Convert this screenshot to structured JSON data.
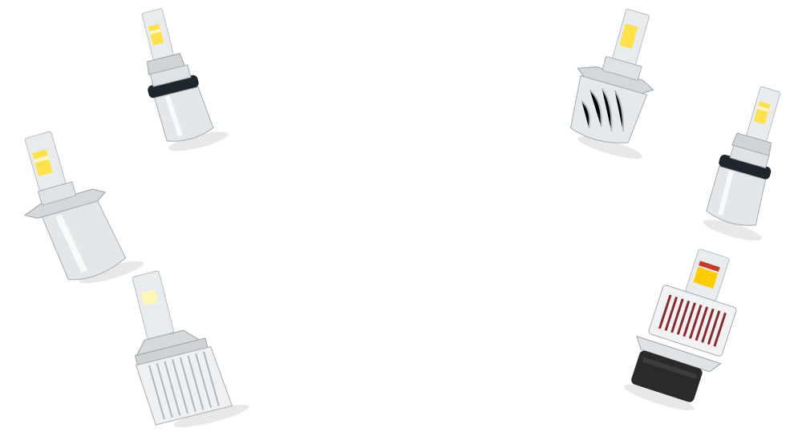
{
  "scene": {
    "background": "#ffffff",
    "bulbs": [
      {
        "id": "bulb-top-left",
        "type": "H11 LED bulb",
        "collar_color": "#1f262b",
        "led_color": "#ffe14a"
      },
      {
        "id": "bulb-mid-left",
        "type": "H4 LED bulb",
        "collar_color": "#c9ced2",
        "led_color": "#ffe14a"
      },
      {
        "id": "bulb-bottom-left",
        "type": "D-series LED bulb with fin heatsink",
        "collar_color": "#d5d9dc",
        "led_color": "#fff6b8"
      },
      {
        "id": "bulb-top-right",
        "type": "H4 LED bulb with fan heatsink",
        "collar_color": "#c9ced2",
        "led_color": "#ffe14a"
      },
      {
        "id": "bulb-mid-right",
        "type": "H11 LED bulb",
        "collar_color": "#1f262b",
        "led_color": "#ffe14a"
      },
      {
        "id": "bulb-bottom-right",
        "type": "D-series LED bulb with red fins",
        "collar_color": "#2a2a2a",
        "led_color": "#ffcc00",
        "accent_color": "#8a2a2a"
      }
    ]
  }
}
